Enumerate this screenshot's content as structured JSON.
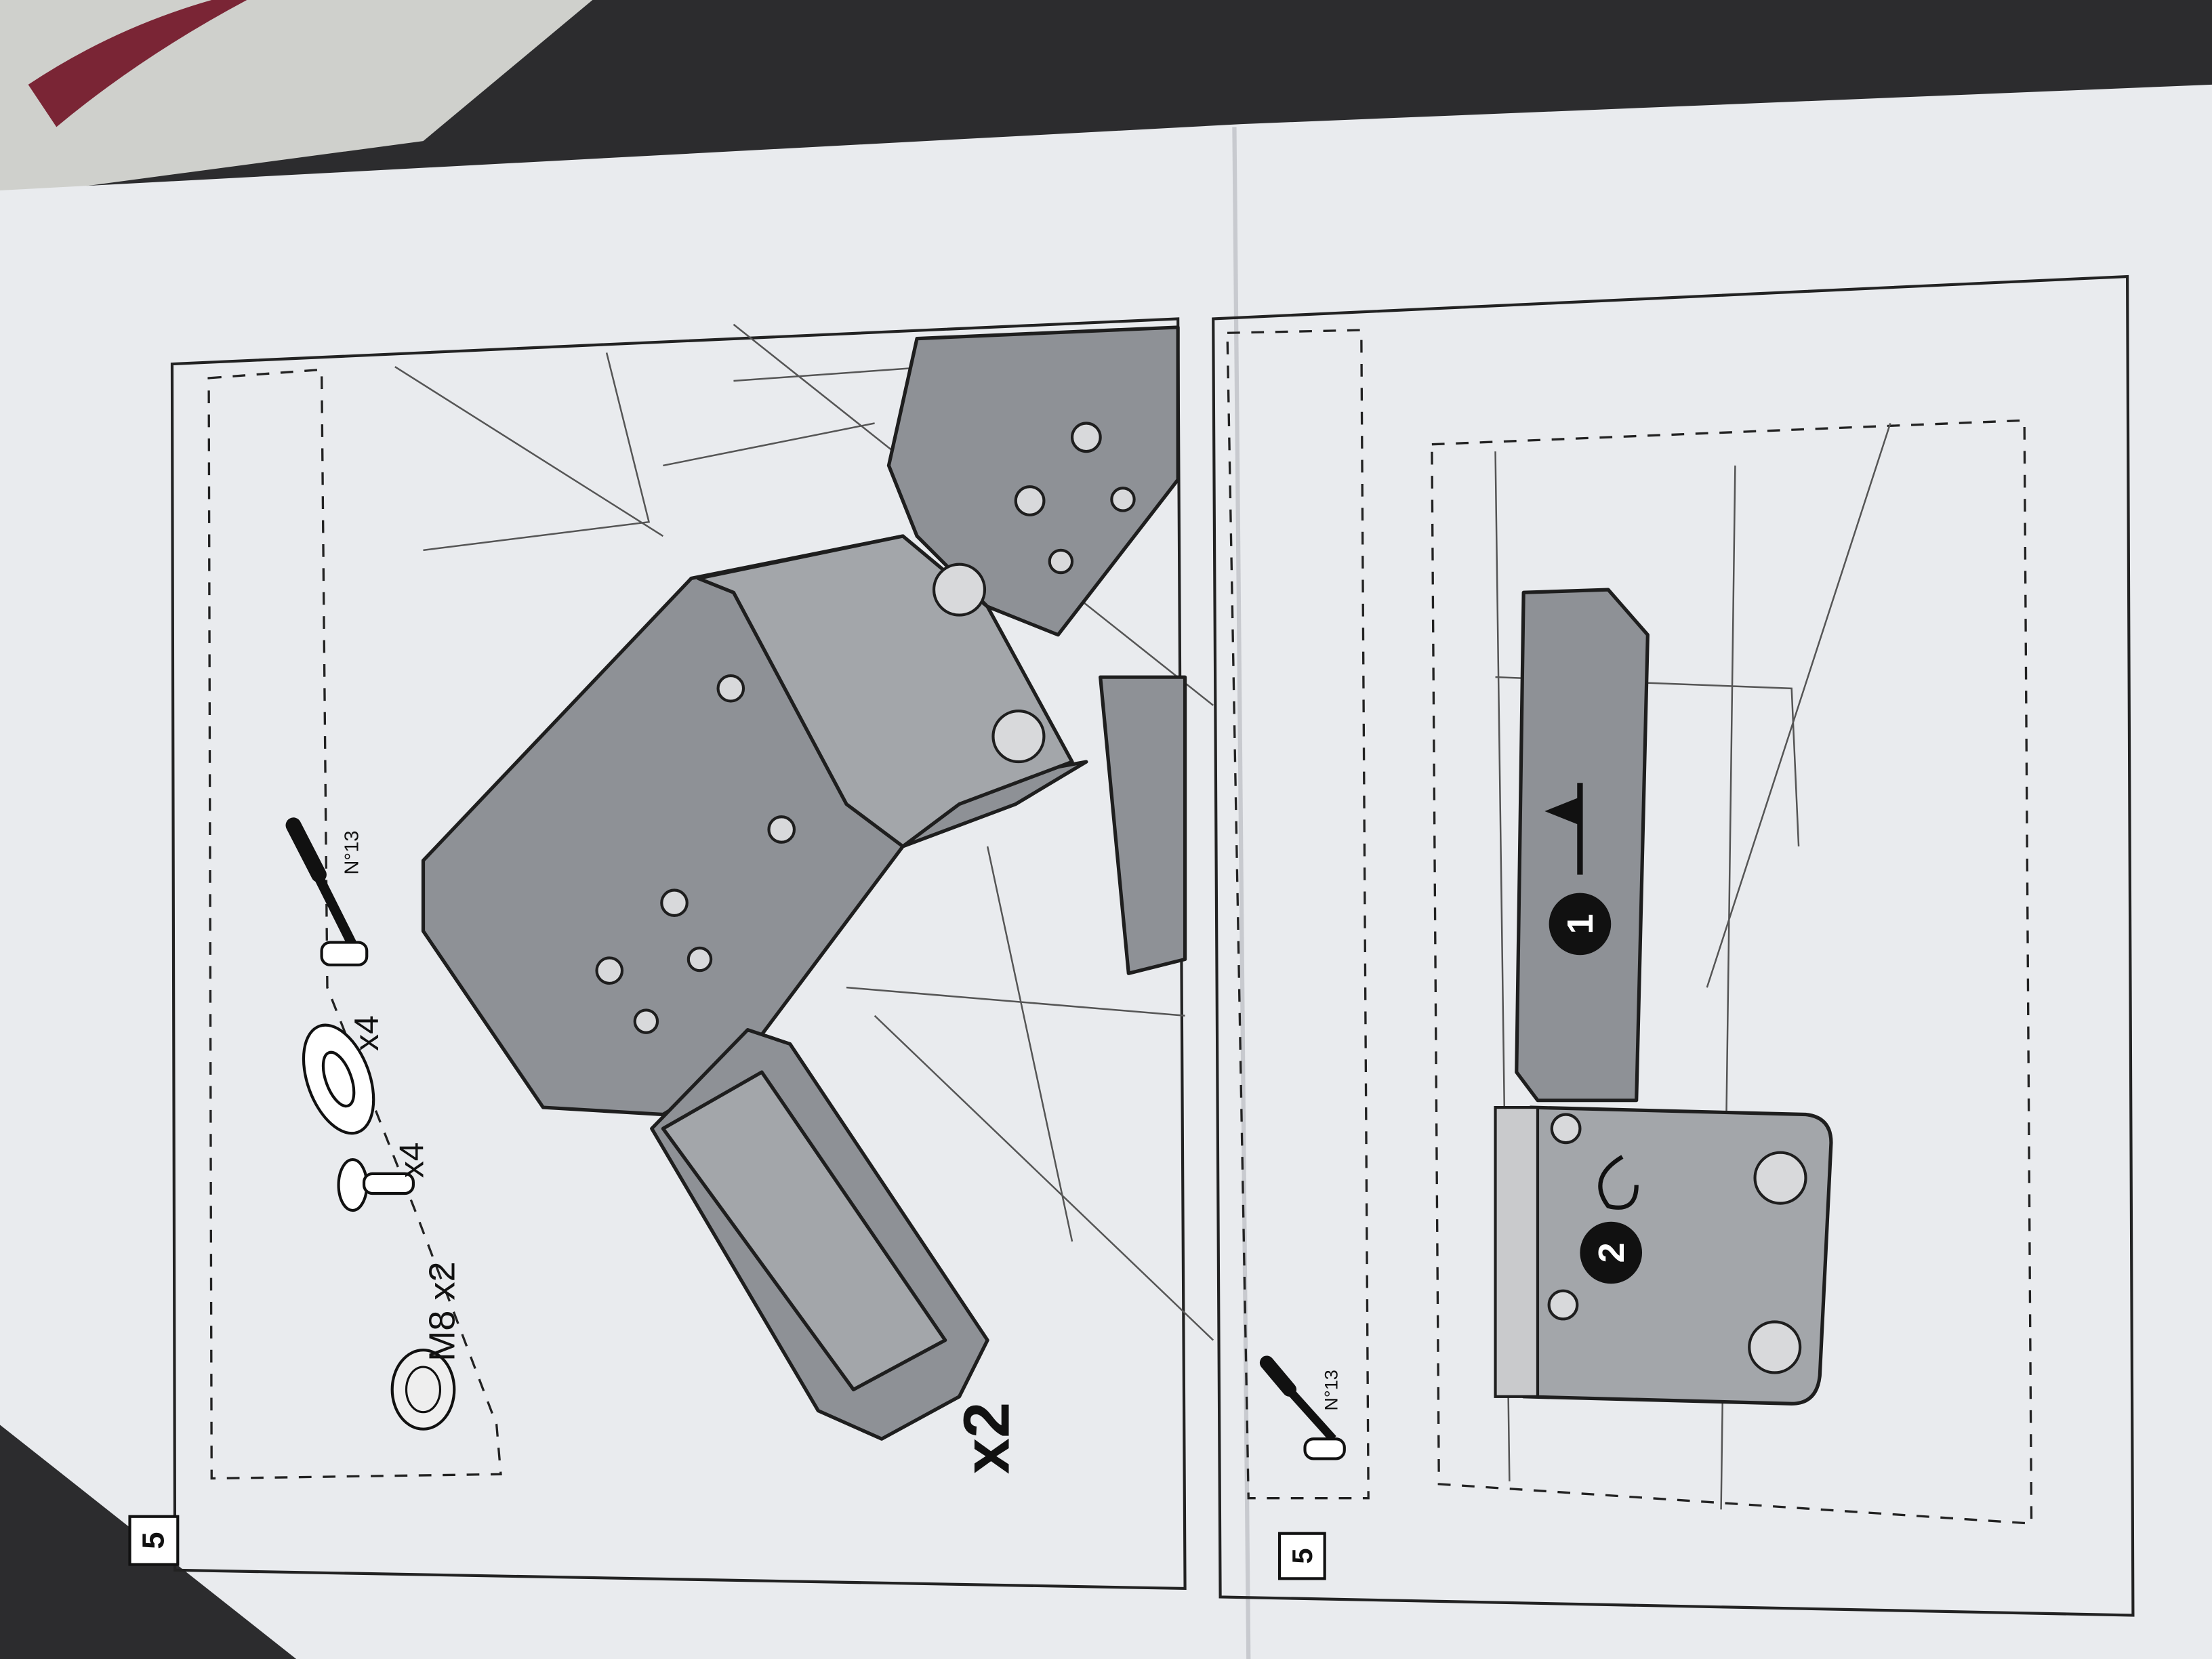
{
  "panel_top": {
    "step_number": "5",
    "parts": {
      "nut_label": "M8 x2",
      "bolt_qty": "x4",
      "washer_qty": "x4",
      "wrench_size": "N°13"
    },
    "multiplier": "x2"
  },
  "panel_bottom": {
    "step_number": "5",
    "wrench_size": "N°13",
    "step_marker_1": "1",
    "step_marker_2": "2"
  }
}
